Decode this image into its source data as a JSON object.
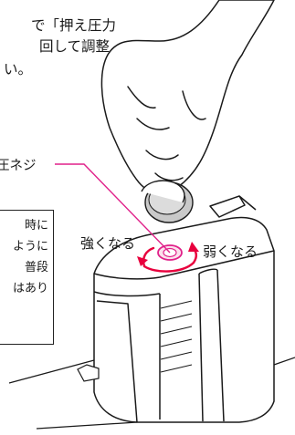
{
  "instruction": {
    "lines": [
      "で「押え圧力",
      "回して調整",
      "い。"
    ]
  },
  "callout": {
    "screw_label": "圧ネジ"
  },
  "note": {
    "lines": [
      "時に",
      "ように",
      "普段",
      "はあり"
    ]
  },
  "directions": {
    "stronger": "強くなる",
    "weaker": "弱くなる"
  },
  "colors": {
    "leader_line": "#e0218a",
    "turn_arrows": "#e8003d",
    "screw_ring": "#e0218a"
  }
}
